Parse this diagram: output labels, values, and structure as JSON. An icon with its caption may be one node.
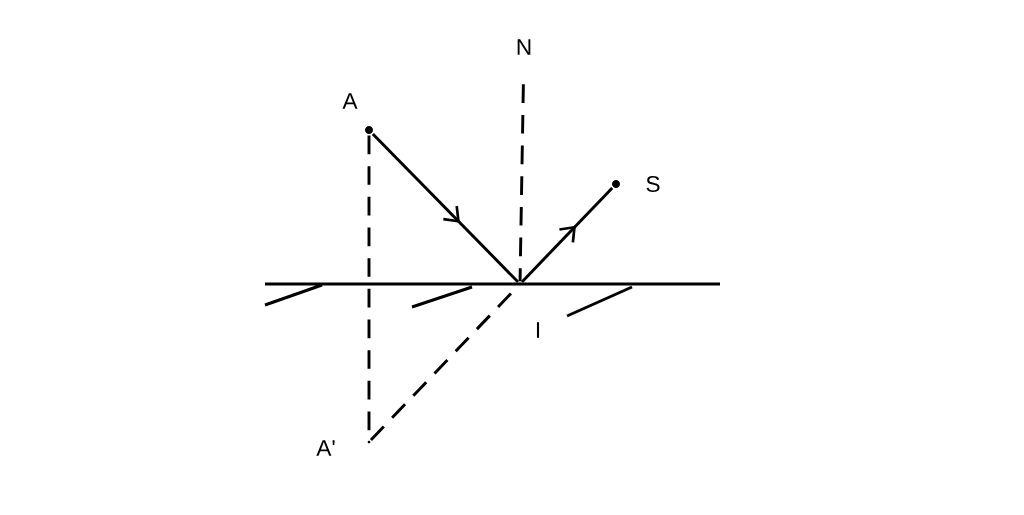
{
  "diagram": {
    "nodes": [
      {
        "text": [],
        "shape": "circle",
        "beside": [
          "A"
        ]
      },
      {
        "text": [],
        "shape": "circle",
        "beside": [
          "S"
        ]
      },
      {
        "text": [],
        "shape": "circle",
        "beside": [
          "I"
        ]
      },
      {
        "text": [],
        "shape": "circle",
        "beside": [
          "A'"
        ]
      },
      {
        "text": [
          "N"
        ]
      }
    ],
    "edges": [
      {
        "from": 0,
        "to": 2,
        "arrow": "to"
      },
      {
        "from": 2,
        "to": 1,
        "arrow": "to"
      },
      {
        "from": 0,
        "to": 3,
        "arrow": "none",
        "style": "dashed"
      },
      {
        "from": 3,
        "to": 2,
        "arrow": "none",
        "style": "dashed"
      },
      {
        "from": 4,
        "to": 2,
        "arrow": "none",
        "style": "dashed"
      }
    ]
  }
}
